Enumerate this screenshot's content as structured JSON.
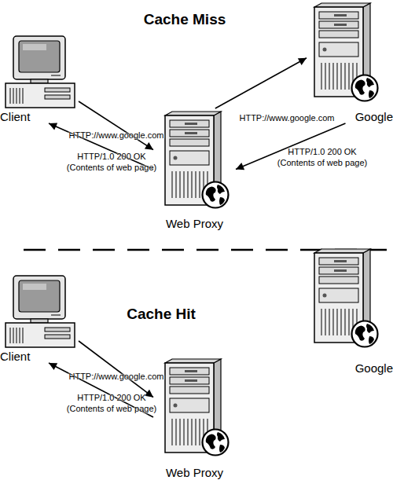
{
  "diagram": {
    "nodes": [
      {
        "text": [
          "Client"
        ]
      },
      {
        "text": [
          "Google"
        ]
      },
      {
        "text": [
          "Web Proxy"
        ]
      },
      {
        "text": [
          "Client"
        ]
      },
      {
        "text": [
          "Google"
        ]
      },
      {
        "text": [
          "Web Proxy"
        ]
      }
    ],
    "edges": [
      {
        "from": 0,
        "to": 2,
        "label": "HTTP://www.google.com",
        "arrow": "to"
      },
      {
        "from": 2,
        "to": 0,
        "label": "HTTP/1.0 200 OK (Contents of web page)",
        "arrow": "to"
      },
      {
        "from": 2,
        "to": 1,
        "label": "HTTP://www.google.com",
        "arrow": "to"
      },
      {
        "from": 1,
        "to": 2,
        "label": "HTTP/1.0 200 OK (Contents of web page)",
        "arrow": "to"
      },
      {
        "from": 3,
        "to": 5,
        "label": "HTTP://www.google.com",
        "arrow": "to"
      },
      {
        "from": 5,
        "to": 3,
        "label": "HTTP/1.0 200 OK (Contents of web page)",
        "arrow": "to"
      }
    ],
    "labels": [
      "Cache Miss",
      "Cache Hit"
    ]
  }
}
